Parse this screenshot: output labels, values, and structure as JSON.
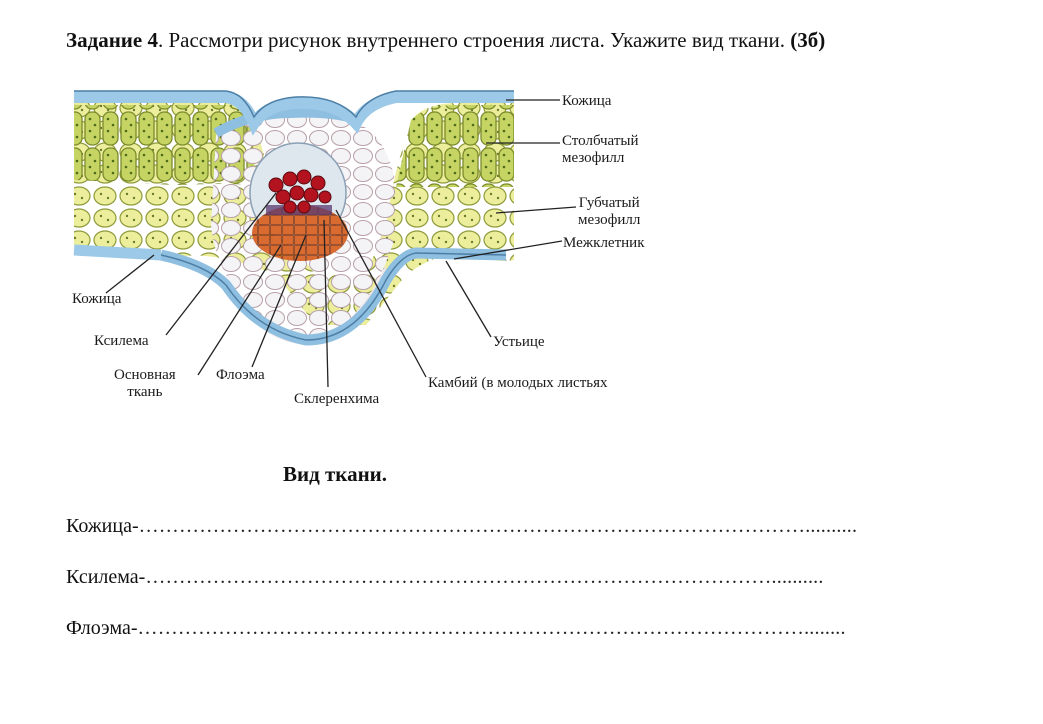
{
  "task": {
    "number_label": "Задание 4",
    "text": ". Рассмотри рисунок внутреннего строения листа. Укажите вид ткани. ",
    "points": "(3б)"
  },
  "figure": {
    "labels": {
      "epidermis_top": "Кожица",
      "palisade": "Столбчатый\nмезофилл",
      "spongy": "Губчатый\nмезофилл",
      "intercellular": "Межклетник",
      "epidermis_left": "Кожица",
      "xylem": "Ксилема",
      "stoma": "Устьице",
      "ground": "Основная\nткань",
      "phloem": "Флоэма",
      "cambium": "Камбий (в молодых листьях",
      "sclerenchyma": "Склеренхима"
    },
    "colors": {
      "epidermis": "#bfe0f5",
      "palisade": "#c9d86a",
      "spongy": "#eef0a8",
      "xylem": "#b3121f",
      "phloem": "#d7632a",
      "ground": "#f2f3f5"
    }
  },
  "section_title": "Вид ткани.",
  "answers": [
    {
      "label": "Кожица-",
      "dots": "……………………………………………………………………………………….........."
    },
    {
      "label": "Ксилема-",
      "dots": "………………………………………………………………………………….........."
    },
    {
      "label": "Флоэма-",
      "dots": "………………………………………………………………………………………........"
    }
  ]
}
